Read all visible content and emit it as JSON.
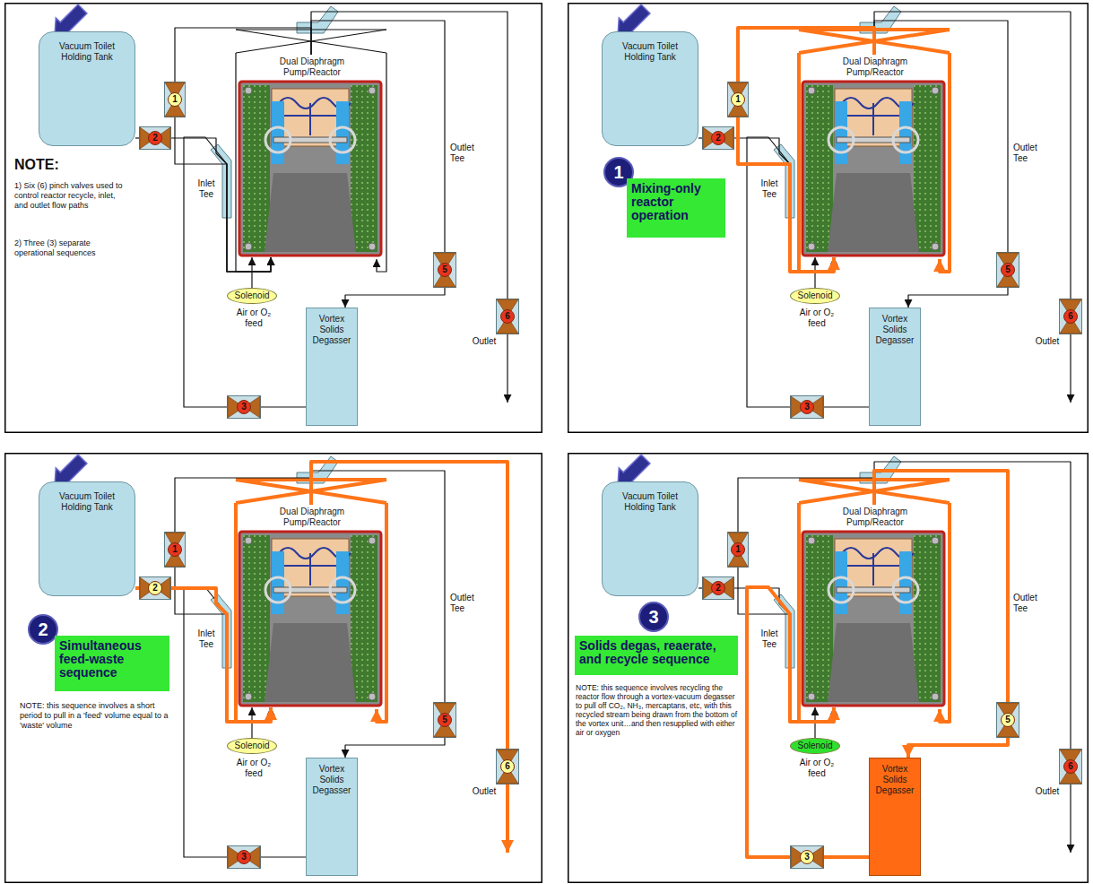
{
  "diagram": {
    "nodes": [
      {
        "text": [
          "Vacuum Toilet Holding Tank"
        ]
      },
      {
        "text": [
          "2"
        ]
      },
      {
        "text": [
          "1"
        ]
      },
      {
        "text": [
          "Dual Diaphragm Pump/Reactor"
        ]
      },
      {
        "text": [
          "5"
        ]
      },
      {
        "text": [
          "6"
        ]
      },
      {
        "text": [
          "Solenoid"
        ]
      },
      {
        "text": [
          "Vortex Solids Degasser"
        ]
      },
      {
        "text": [
          "3"
        ]
      },
      {
        "text": [
          "Vacuum Toilet Holding Tank"
        ]
      },
      {
        "text": [
          "2"
        ]
      },
      {
        "text": [
          "1"
        ]
      },
      {
        "text": [
          "Dual Diaphragm Pump/Reactor"
        ]
      },
      {
        "text": [
          "5"
        ]
      },
      {
        "text": [
          "6"
        ]
      },
      {
        "text": [
          "Solenoid"
        ]
      },
      {
        "text": [
          "Vortex Solids Degasser"
        ]
      },
      {
        "text": [
          "3"
        ]
      },
      {
        "text": [
          "1"
        ]
      },
      {
        "text": [
          "Mixing-only reactor operation"
        ]
      },
      {
        "text": [
          "Vacuum Toilet Holding Tank"
        ]
      },
      {
        "text": [
          "2"
        ]
      },
      {
        "text": [
          "1"
        ]
      },
      {
        "text": [
          "Dual Diaphragm Pump/Reactor"
        ]
      },
      {
        "text": [
          "5"
        ]
      },
      {
        "text": [
          "6"
        ]
      },
      {
        "text": [
          "Solenoid"
        ]
      },
      {
        "text": [
          "Vortex Solids Degasser"
        ]
      },
      {
        "text": [
          "3"
        ]
      },
      {
        "text": [
          "2"
        ]
      },
      {
        "text": [
          "Simultaneous feed-waste sequence"
        ]
      },
      {
        "text": [
          "Vacuum Toilet Holding Tank"
        ]
      },
      {
        "text": [
          "2"
        ]
      },
      {
        "text": [
          "1"
        ]
      },
      {
        "text": [
          "Dual Diaphragm Pump/Reactor"
        ]
      },
      {
        "text": [
          "5"
        ]
      },
      {
        "text": [
          "6"
        ]
      },
      {
        "text": [
          "Solenoid"
        ]
      },
      {
        "text": [
          "Vortex Solids Degasser"
        ]
      },
      {
        "text": [
          "3"
        ]
      },
      {
        "text": [
          "3"
        ]
      },
      {
        "text": [
          "Solids degas, reaerate, and recycle sequence"
        ]
      }
    ],
    "edges": [
      {
        "from": 0,
        "to": 1,
        "arrow": "none"
      },
      {
        "from": 1,
        "to": 3,
        "arrow": "to"
      },
      {
        "from": 2,
        "to": 3,
        "arrow": "to"
      },
      {
        "from": 3,
        "to": 2,
        "arrow": "none"
      },
      {
        "from": 3,
        "to": 4,
        "arrow": "none"
      },
      {
        "from": 3,
        "to": 5,
        "arrow": "none"
      },
      {
        "from": 4,
        "to": 7,
        "arrow": "to"
      },
      {
        "from": 7,
        "to": 8,
        "arrow": "none"
      },
      {
        "from": 8,
        "to": 3,
        "arrow": "to"
      },
      {
        "from": 6,
        "to": 3,
        "arrow": "to"
      },
      {
        "from": 9,
        "to": 10,
        "arrow": "none"
      },
      {
        "from": 10,
        "to": 12,
        "arrow": "to"
      },
      {
        "from": 11,
        "to": 12,
        "arrow": "to"
      },
      {
        "from": 12,
        "to": 11,
        "arrow": "none"
      },
      {
        "from": 12,
        "to": 13,
        "arrow": "none"
      },
      {
        "from": 12,
        "to": 14,
        "arrow": "none"
      },
      {
        "from": 13,
        "to": 16,
        "arrow": "to"
      },
      {
        "from": 16,
        "to": 17,
        "arrow": "none"
      },
      {
        "from": 17,
        "to": 12,
        "arrow": "to"
      },
      {
        "from": 15,
        "to": 12,
        "arrow": "to"
      },
      {
        "from": 20,
        "to": 21,
        "arrow": "none"
      },
      {
        "from": 21,
        "to": 23,
        "arrow": "to"
      },
      {
        "from": 22,
        "to": 23,
        "arrow": "to"
      },
      {
        "from": 23,
        "to": 22,
        "arrow": "none"
      },
      {
        "from": 23,
        "to": 24,
        "arrow": "none"
      },
      {
        "from": 23,
        "to": 25,
        "arrow": "none"
      },
      {
        "from": 24,
        "to": 27,
        "arrow": "to"
      },
      {
        "from": 27,
        "to": 28,
        "arrow": "none"
      },
      {
        "from": 28,
        "to": 23,
        "arrow": "to"
      },
      {
        "from": 26,
        "to": 23,
        "arrow": "to"
      },
      {
        "from": 31,
        "to": 32,
        "arrow": "none"
      },
      {
        "from": 32,
        "to": 34,
        "arrow": "to"
      },
      {
        "from": 33,
        "to": 34,
        "arrow": "to"
      },
      {
        "from": 34,
        "to": 33,
        "arrow": "none"
      },
      {
        "from": 34,
        "to": 35,
        "arrow": "none"
      },
      {
        "from": 34,
        "to": 36,
        "arrow": "none"
      },
      {
        "from": 35,
        "to": 38,
        "arrow": "to"
      },
      {
        "from": 38,
        "to": 39,
        "arrow": "none"
      },
      {
        "from": 39,
        "to": 34,
        "arrow": "to"
      },
      {
        "from": 37,
        "to": 34,
        "arrow": "to"
      }
    ],
    "labels": [
      "Inlet Tee",
      "Outlet Tee",
      "Air or O₂ feed",
      "Outlet",
      "NOTE:",
      "1) Six (6) pinch valves used to control reactor recycle, inlet, and outlet flow paths",
      "2) Three (3) separate operational sequences",
      "Inlet Tee",
      "Outlet Tee",
      "Air or O₂ feed",
      "Outlet",
      "Inlet Tee",
      "Outlet Tee",
      "Air or O₂ feed",
      "Outlet",
      "NOTE: this sequence involves a short period to pull in a 'feed' volume equal to a 'waste' volume",
      "Inlet Tee",
      "Outlet Tee",
      "Air or O₂ feed",
      "Outlet",
      "NOTE: this sequence involves recycling the reactor flow through a vortex-vacuum degasser to pull off CO₂, NH₃, mercaptans, etc, with this recycled stream being drawn from the bottom of the vortex unit…and then resupplied with either air or oxygen"
    ]
  }
}
